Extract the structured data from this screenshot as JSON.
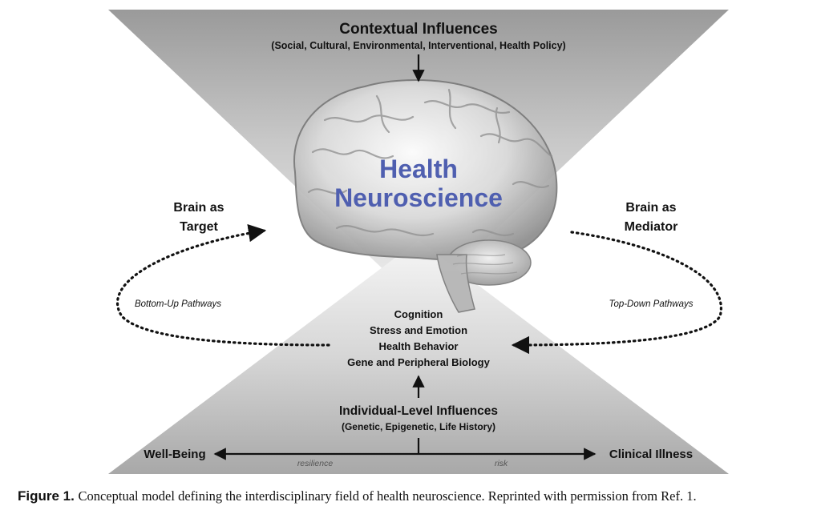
{
  "diagram": {
    "top_title": "Contextual Influences",
    "top_subtitle": "(Social, Cultural, Environmental, Interventional, Health Policy)",
    "center_title_line1": "Health",
    "center_title_line2": "Neuroscience",
    "left_label_line1": "Brain as",
    "left_label_line2": "Target",
    "right_label_line1": "Brain as",
    "right_label_line2": "Mediator",
    "left_pathway": "Bottom-Up Pathways",
    "right_pathway": "Top-Down Pathways",
    "middle_items": [
      "Cognition",
      "Stress and Emotion",
      "Health Behavior",
      "Gene and Peripheral Biology"
    ],
    "bottom_title": "Individual-Level Influences",
    "bottom_subtitle": "(Genetic, Epigenetic, Life History)",
    "axis_left": "Well-Being",
    "axis_right": "Clinical Illness",
    "axis_left_note": "resilience",
    "axis_right_note": "risk",
    "colors": {
      "accent_text": "#4f5fb0",
      "triangle_top": "#bdbdbd",
      "triangle_bottom": "#c4c4c4"
    },
    "icons": [
      "brain-image",
      "arrow-down-icon",
      "arrow-up-icon",
      "dotted-curved-arrow-icon",
      "double-headed-arrow-icon"
    ]
  },
  "caption": {
    "label": "Figure 1.",
    "text": "Conceptual model defining the interdisciplinary field of health neuroscience. Reprinted with permission from Ref. 1."
  }
}
